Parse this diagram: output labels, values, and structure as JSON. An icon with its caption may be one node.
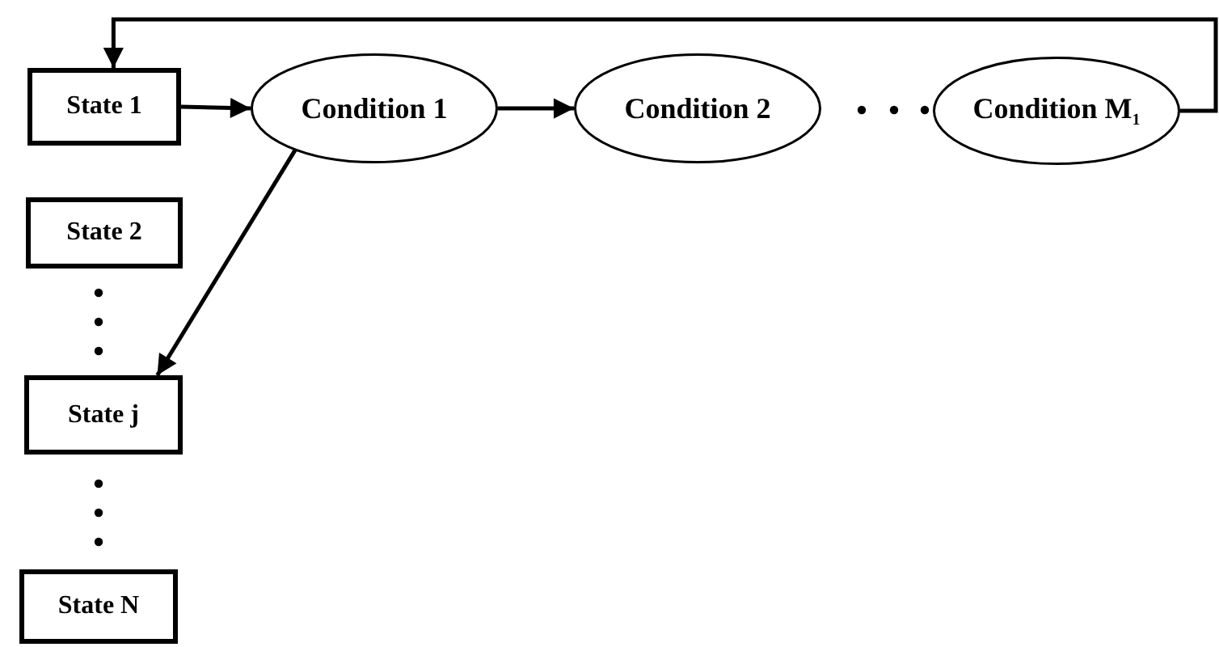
{
  "diagram": {
    "nodes": [
      {
        "text": [
          "State 1"
        ]
      },
      {
        "text": [
          "Condition 1"
        ]
      },
      {
        "text": [
          "Condition 2"
        ]
      },
      {
        "text": [
          "Condition M$_{1}$"
        ]
      },
      {
        "text": [
          "State 2"
        ]
      },
      {
        "text": [
          "State j"
        ]
      },
      {
        "text": [
          "State N"
        ]
      }
    ],
    "edges": [
      {
        "from": 0,
        "to": 1,
        "arrow": "to"
      },
      {
        "from": 1,
        "to": 2,
        "arrow": "to"
      },
      {
        "from": 1,
        "to": 5,
        "arrow": "to"
      },
      {
        "from": 3,
        "to": 0,
        "arrow": "to"
      }
    ]
  }
}
